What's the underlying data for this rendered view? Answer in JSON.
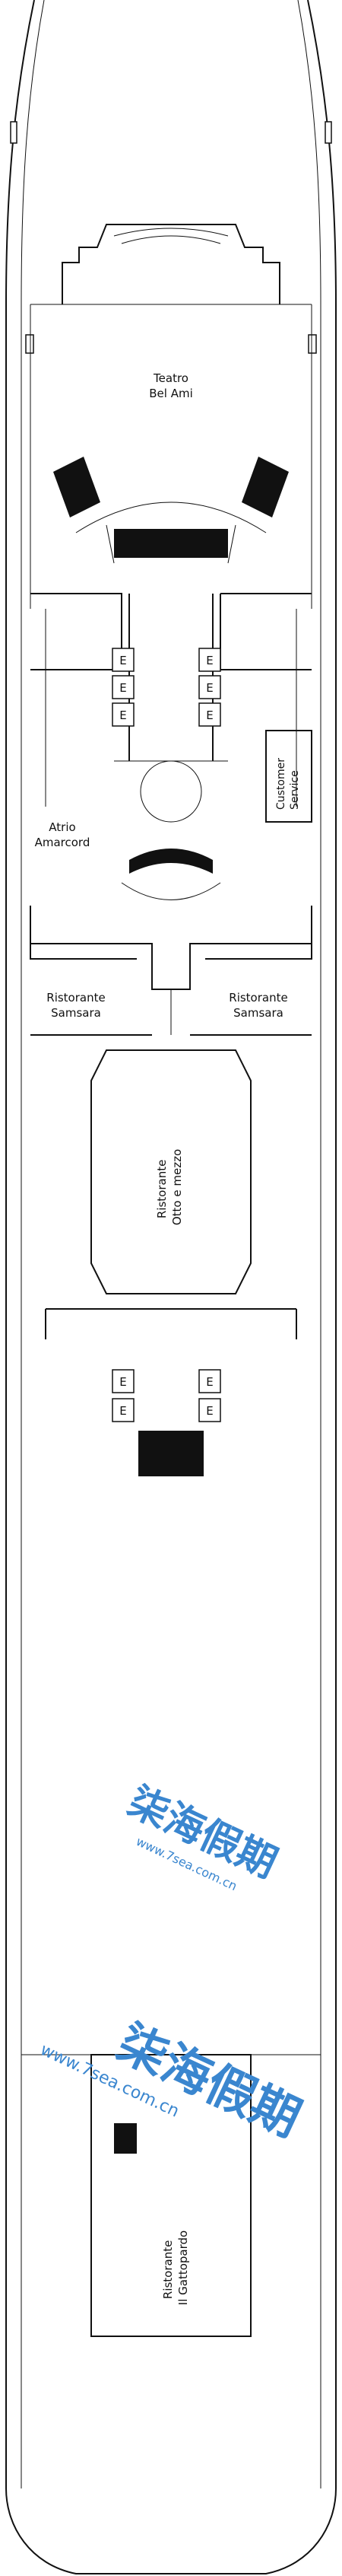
{
  "deck": {
    "rooms": [
      {
        "id": "teatro",
        "lines": [
          "Teatro",
          "Bel Ami"
        ]
      },
      {
        "id": "customer-service",
        "lines": [
          "Customer",
          "Service"
        ]
      },
      {
        "id": "atrio",
        "lines": [
          "Atrio",
          "Amarcord"
        ]
      },
      {
        "id": "samsara-left",
        "lines": [
          "Ristorante",
          "Samsara"
        ]
      },
      {
        "id": "samsara-right",
        "lines": [
          "Ristorante",
          "Samsara"
        ]
      },
      {
        "id": "otto",
        "lines": [
          "Ristorante",
          "Otto e mezzo"
        ]
      },
      {
        "id": "gattopardo",
        "lines": [
          "Ristorante",
          "Il Gattopardo"
        ]
      }
    ],
    "elevator_glyph": "E",
    "elevator_groups": {
      "front": 6,
      "aft": 4
    }
  },
  "watermarks": [
    {
      "chars": "柒海假期",
      "url": "www.7sea.com.cn"
    },
    {
      "chars": "柒海假期",
      "url": "www.7sea.com.cn"
    }
  ]
}
